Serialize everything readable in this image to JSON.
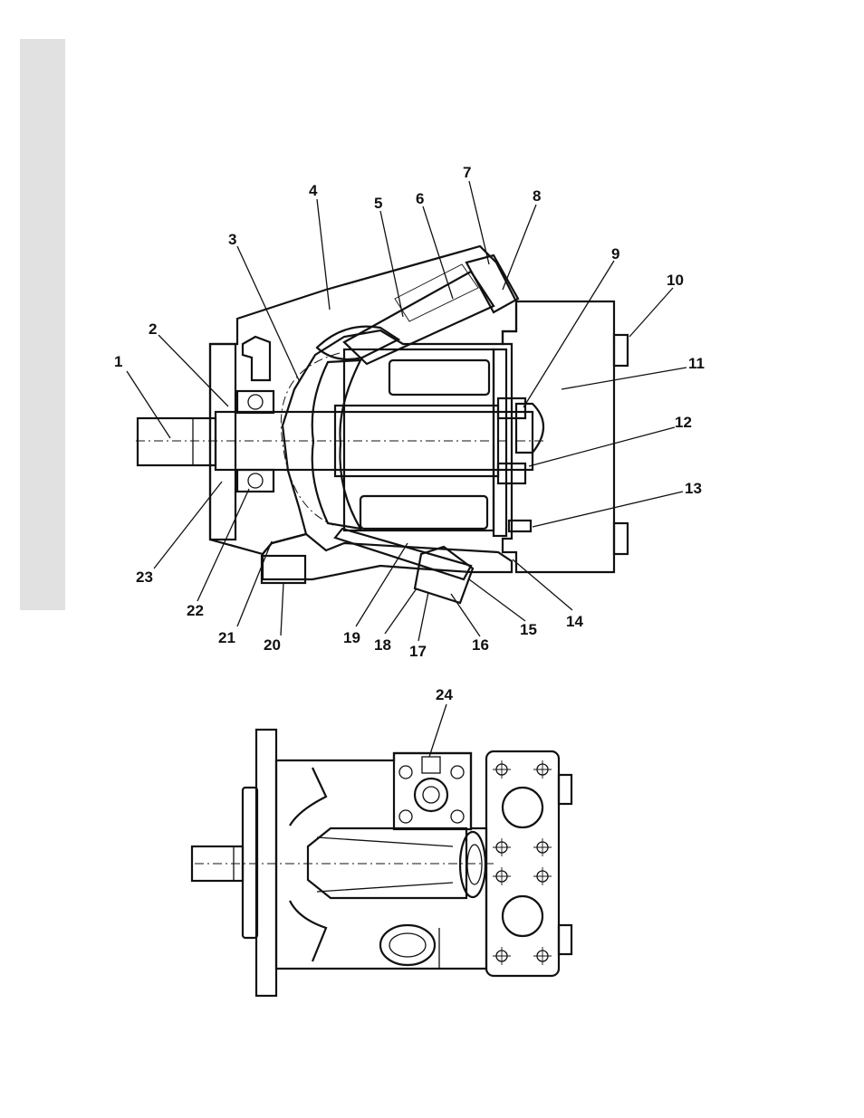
{
  "labels": [
    {
      "id": "1",
      "text": "1"
    },
    {
      "id": "2",
      "text": "2"
    },
    {
      "id": "3",
      "text": "3"
    },
    {
      "id": "4",
      "text": "4"
    },
    {
      "id": "5",
      "text": "5"
    },
    {
      "id": "6",
      "text": "6"
    },
    {
      "id": "7",
      "text": "7"
    },
    {
      "id": "8",
      "text": "8"
    },
    {
      "id": "9",
      "text": "9"
    },
    {
      "id": "10",
      "text": "10"
    },
    {
      "id": "11",
      "text": "11"
    },
    {
      "id": "12",
      "text": "12"
    },
    {
      "id": "13",
      "text": "13"
    },
    {
      "id": "14",
      "text": "14"
    },
    {
      "id": "15",
      "text": "15"
    },
    {
      "id": "16",
      "text": "16"
    },
    {
      "id": "17",
      "text": "17"
    },
    {
      "id": "18",
      "text": "18"
    },
    {
      "id": "19",
      "text": "19"
    },
    {
      "id": "20",
      "text": "20"
    },
    {
      "id": "21",
      "text": "21"
    },
    {
      "id": "22",
      "text": "22"
    },
    {
      "id": "23",
      "text": "23"
    },
    {
      "id": "24",
      "text": "24"
    }
  ],
  "colors": {
    "ink": "#111111",
    "sidebar": "#e1e1e1",
    "background": "#ffffff"
  }
}
